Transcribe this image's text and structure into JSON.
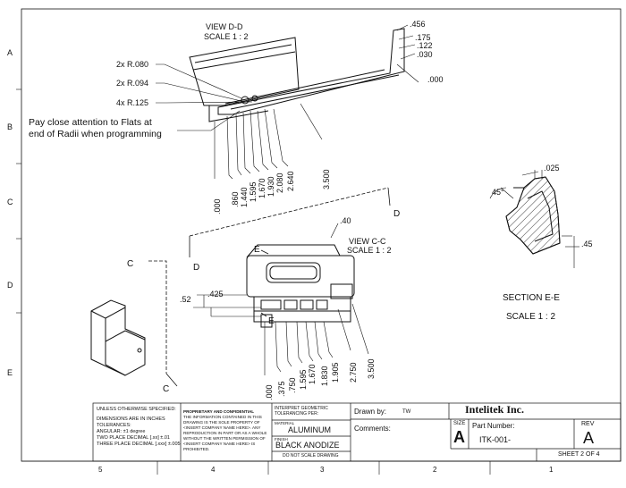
{
  "zones": {
    "rows": [
      "A",
      "B",
      "C",
      "D",
      "E"
    ],
    "cols": [
      "5",
      "4",
      "3",
      "2",
      "1"
    ]
  },
  "view_dd": {
    "title": "VIEW D-D",
    "scale": "SCALE 1 : 2",
    "radii": [
      "2x R.080",
      "2x R.094",
      "4x R.125"
    ],
    "note_line1": "Pay close attention to Flats at",
    "note_line2": "end of Radii when programming",
    "right_dims": [
      ".456",
      ".175",
      ".122",
      ".030",
      ".000"
    ],
    "bottom_dims": [
      ".000",
      ".860",
      "1.440",
      "1.595",
      "1.670",
      "1.930",
      "2.080",
      "2.640",
      "3.500"
    ]
  },
  "view_cc": {
    "title": "VIEW C-C",
    "scale": "SCALE 1 : 2",
    "dims": [
      ".40",
      ".52",
      ".425"
    ],
    "bottom_dims": [
      ".000",
      ".375",
      ".750",
      "1.595",
      "1.670",
      "1.830",
      "1.905",
      "2.750",
      "3.500"
    ]
  },
  "section_labels": {
    "c": "C",
    "d": "D",
    "e": "E"
  },
  "section_ee": {
    "dims": [
      ".025",
      "45°",
      ".45"
    ],
    "title": "SECTION E-E",
    "scale": "SCALE 1 : 2"
  },
  "title_block": {
    "unless": "UNLESS OTHERWISE SPECIFIED:",
    "dimensions": "DIMENSIONS ARE IN INCHES",
    "tolerances": "TOLERANCES:",
    "angular": "ANGULAR: ±1 degree",
    "two_place": "TWO PLACE DECIMAL  [.xx] ±.01",
    "three_place": "THREE PLACE DECIMAL [.xxx] ±.005",
    "prop_title": "PROPRIETARY AND CONFIDENTIAL",
    "prop_lines": [
      "THE INFORMATION CONTAINED IN THIS",
      "DRAWING IS THE SOLE PROPERTY OF",
      "<INSERT COMPANY NAME HERE>. ANY",
      "REPRODUCTION IN PART OR AS A WHOLE",
      "WITHOUT THE WRITTEN PERMISSION OF",
      "<INSERT COMPANY NAME HERE> IS",
      "PROHIBITED."
    ],
    "interpret": "INTERPRET GEOMETRIC",
    "tolerancing": "TOLERANCING PER:",
    "material_label": "MATERIAL",
    "material": "ALUMINUM",
    "finish_label": "FINISH",
    "finish": "BLACK ANODIZE",
    "do_not_scale": "DO NOT SCALE DRAWING",
    "drawn_by_label": "Drawn by:",
    "drawn_by": "TW",
    "comments_label": "Comments:",
    "company": "Intelitek Inc.",
    "size_label": "SIZE",
    "size": "A",
    "part_label": "Part Number:",
    "part_number": "ITK-001-",
    "rev_label": "REV",
    "rev": "A",
    "sheet": "SHEET 2 OF 4"
  },
  "colors": {
    "line": "#111111",
    "background": "#ffffff"
  }
}
